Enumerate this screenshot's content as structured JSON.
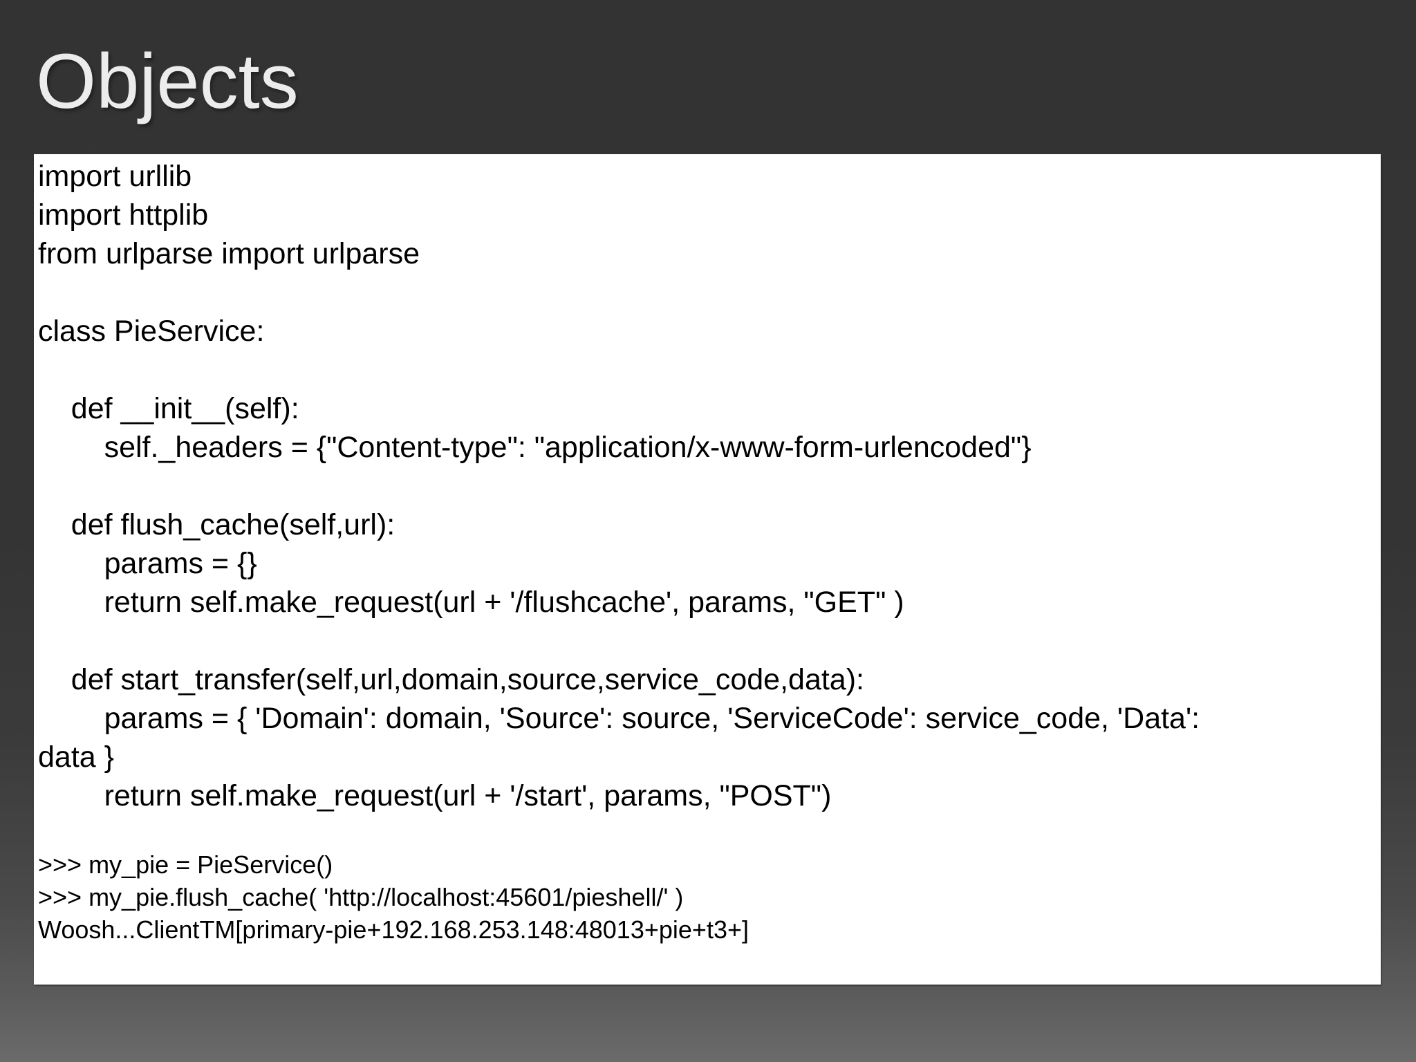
{
  "title": "Objects",
  "colors": {
    "background_top": "#333333",
    "background_bottom": "#6b6b6b",
    "panel_background": "#ffffff",
    "code_text": "#000000",
    "title_text": "#ececec"
  },
  "code_panel": {
    "language": "python",
    "code": "import urllib\nimport httplib\nfrom urlparse import urlparse\n\nclass PieService:\n\n    def __init__(self):\n        self._headers = {\"Content-type\": \"application/x-www-form-urlencoded\"}\n\n    def flush_cache(self,url):\n        params = {}\n        return self.make_request(url + '/flushcache', params, \"GET\" )\n\n    def start_transfer(self,url,domain,source,service_code,data):\n        params = { 'Domain': domain, 'Source': source, 'ServiceCode': service_code, 'Data':\ndata }\n        return self.make_request(url + '/start', params, \"POST\")",
    "console": ">>> my_pie = PieService()\n>>> my_pie.flush_cache( 'http://localhost:45601/pieshell/' )\nWoosh...ClientTM[primary-pie+192.168.253.148:48013+pie+t3+]"
  }
}
